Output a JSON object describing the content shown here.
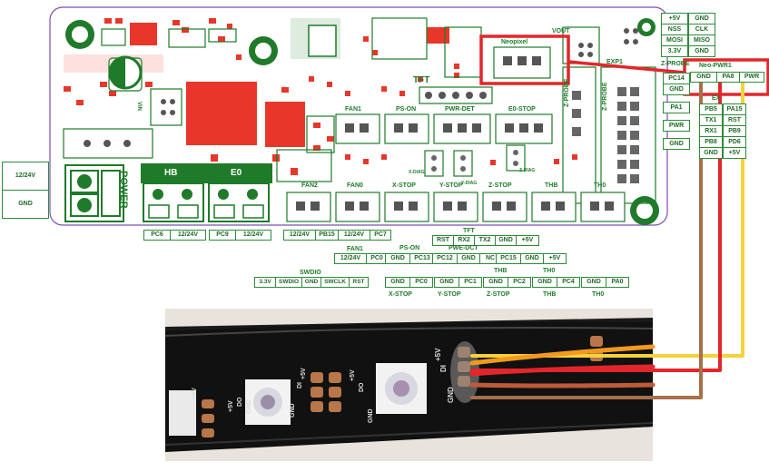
{
  "board": {
    "neopixel_label": "Neopixel",
    "vout_label": "VOUT",
    "tft_label": "TFT",
    "z_probe_label": "Z-PROBE",
    "exp1_label": "EXP1",
    "top_header": [
      "+5V",
      "GND",
      "NSS",
      "CLK",
      "MOSI",
      "MISO",
      "3.3V",
      "GND"
    ],
    "z_probe_header_label": "Z-PROBE",
    "neo_pwr_label": "Neo-PWR1",
    "neo_pwr_pins": [
      "GND",
      "PA8",
      "PWR"
    ],
    "left_col_pins": [
      "PC14",
      "GND",
      "PA1",
      "PWR",
      "GND"
    ],
    "exp_label": "EX",
    "exp_pins": [
      [
        "PB5",
        "PA15"
      ],
      [
        "TX1",
        "RST"
      ],
      [
        "RX1",
        "PB9"
      ],
      [
        "PB8",
        "PD6"
      ],
      [
        "GND",
        "+5V"
      ]
    ],
    "inner_labels": {
      "fan1": "FAN1",
      "ps_on": "PS-ON",
      "pwr_det": "PWR-DET",
      "e0_stop": "E0-STOP",
      "z_probe": "Z-PROBE",
      "fan2": "FAN2",
      "fan0": "FAN0",
      "x_stop": "X-STOP",
      "y_stop": "Y-STOP",
      "z_stop": "Z-STOP",
      "thb": "THB",
      "th0": "TH0",
      "x_diag": "X-DIAG",
      "y_diag": "Y-DIAG",
      "z_diag": "Z-DIAG",
      "hb": "HB",
      "e0": "E0",
      "power": "POWER",
      "vin": "VIN"
    },
    "power_input": [
      "12/24V",
      "GND"
    ],
    "hb_pins": [
      "PC6",
      "12/24V"
    ],
    "e0_pins": [
      "PC9",
      "12/24V"
    ],
    "fan_pins": [
      "12/24V",
      "PB15",
      "12/24V",
      "PC7"
    ],
    "tft_pins": [
      "RST",
      "RX2",
      "TX2",
      "GND",
      "+5V"
    ],
    "fan1_title": "FAN1",
    "fan1_pins": [
      "12/24V",
      "PC0"
    ],
    "ps_on_title": "PS-ON",
    "ps_on_pins": [
      "GND",
      "PC13"
    ],
    "pwr_det_title": "PWE-DCT",
    "pwr_det_pins": [
      "PC12",
      "GND",
      "NC"
    ],
    "e0_stop_pins": [
      "PC15",
      "GND",
      "+5V"
    ],
    "swdio_title": "SWDIO",
    "swdio_pins": [
      "3.3V",
      "SWDIO",
      "GND",
      "SWCLK",
      "RST"
    ],
    "x_stop_pins": [
      "GND",
      "PC0"
    ],
    "y_stop_pins": [
      "GND",
      "PC1"
    ],
    "thb_title": "THB",
    "z_stop_pins": [
      "GND",
      "PC2"
    ],
    "th0_title": "TH0",
    "thb_pins": [
      "GND",
      "PC4"
    ],
    "th0_pins": [
      "GND",
      "PA0"
    ],
    "x_stop_label": "X-STOP",
    "y_stop_label": "Y-STOP",
    "z_stop_label": "Z-STOP",
    "thb_label": "THB",
    "th0_label": "TH0"
  },
  "strip": {
    "pad_labels": [
      "+5V",
      "DI",
      "GND"
    ],
    "pad_labels_b": [
      "+5V",
      "DO",
      "GND"
    ],
    "pad_labels_c": [
      "+5V",
      "DI",
      "GND"
    ],
    "pad_labels_d": [
      "+5V",
      "DO",
      "GND"
    ]
  },
  "wires": {
    "yellow": "#f5d23c",
    "red": "#e3262b",
    "brown": "#a8704a",
    "orange": "#f29a1e"
  },
  "colors": {
    "pcb_green": "#1f7a2a",
    "pcb_red": "#e8372a",
    "highlight_red": "#e3262b"
  }
}
